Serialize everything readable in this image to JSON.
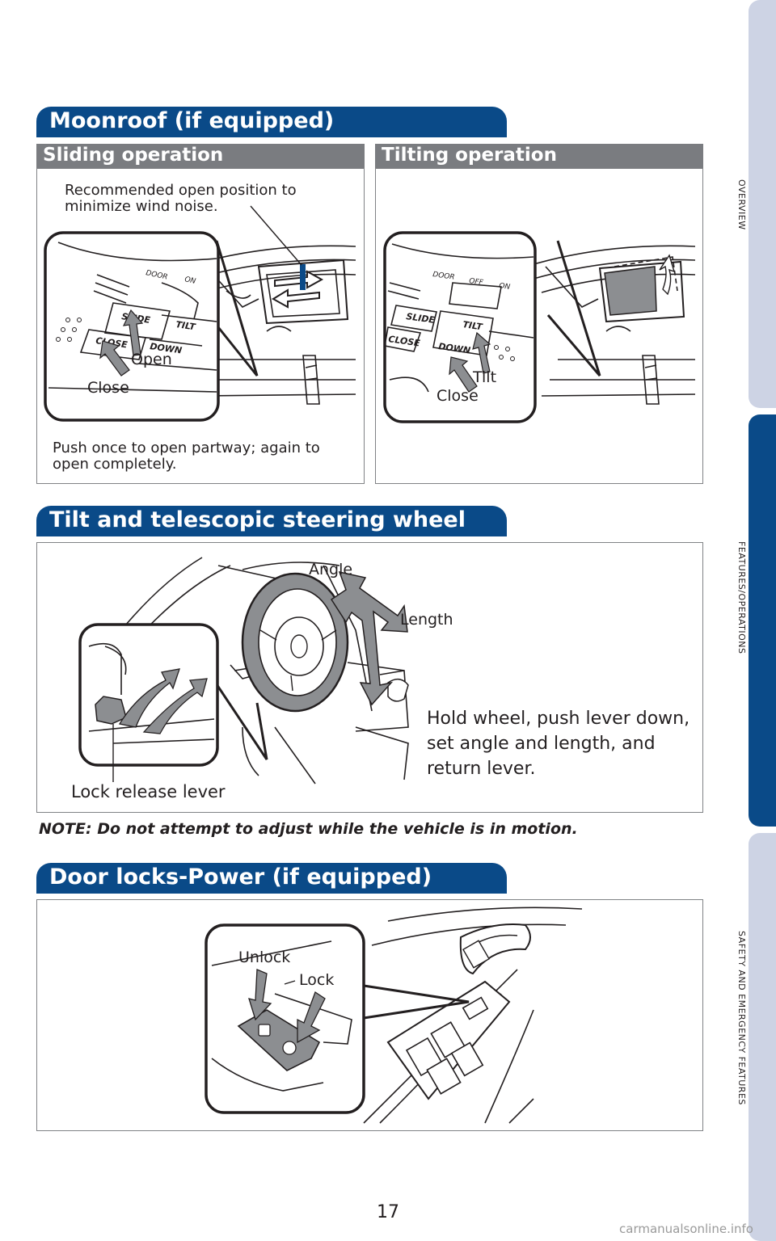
{
  "side_tabs": [
    {
      "label": "OVERVIEW",
      "active": false
    },
    {
      "label": "FEATURES/OPERATIONS",
      "active": true
    },
    {
      "label": "SAFETY AND EMERGENCY FEATURES",
      "active": false
    }
  ],
  "moonroof": {
    "title": "Moonroof (if equipped)",
    "sliding": {
      "heading": "Sliding operation",
      "recommended_line1": "Recommended open position to",
      "recommended_line2": "minimize wind noise.",
      "open_label": "Open",
      "close_label": "Close",
      "push_line1": "Push once to open partway; again to",
      "push_line2": "open completely."
    },
    "tilting": {
      "heading": "Tilting operation",
      "tilt_label": "Tilt",
      "close_label": "Close"
    },
    "switch_labels": {
      "slide": "SLIDE",
      "close": "CLOSE",
      "tilt": "TILT",
      "down": "DOWN",
      "door": "DOOR",
      "off": "OFF",
      "on": "ON"
    }
  },
  "steering": {
    "title": "Tilt and telescopic steering wheel",
    "angle_label": "Angle",
    "length_label": "Length",
    "instruction_line1": "Hold wheel, push lever down,",
    "instruction_line2": "set angle and length, and",
    "instruction_line3": "return lever.",
    "lever_label": "Lock release lever",
    "note": "NOTE: Do not attempt to adjust while the vehicle is in motion."
  },
  "door_locks": {
    "title": "Door locks-Power (if equipped)",
    "unlock_label": "Unlock",
    "lock_label": "Lock"
  },
  "page_number": "17",
  "watermark": "carmanualsonline.info",
  "colors": {
    "brand_blue": "#0a4a88",
    "subbar_gray": "#7a7c80",
    "tab_light": "#cdd3e4",
    "arrow_gray": "#8c8e91"
  }
}
